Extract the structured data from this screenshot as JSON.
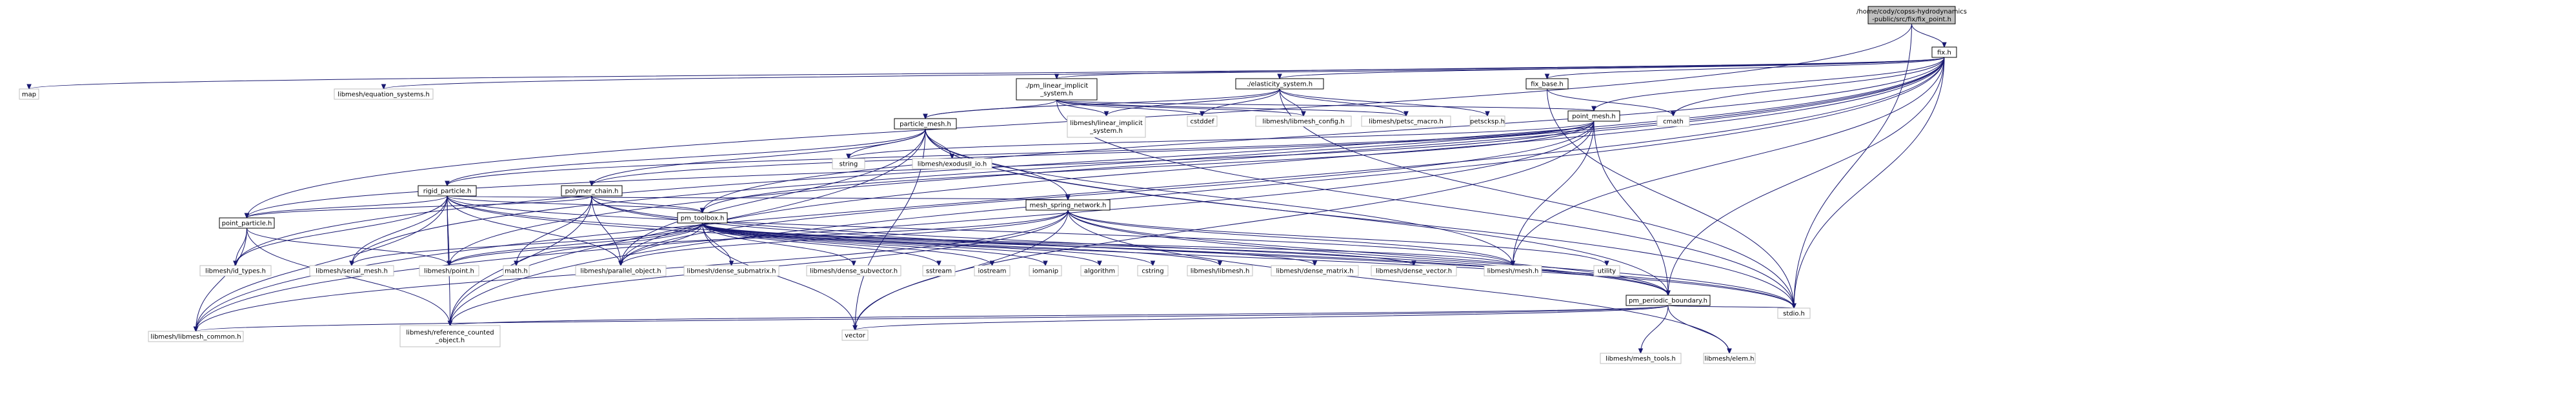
{
  "colors": {
    "edge": "#191970",
    "node_border": "#000000",
    "node_fill": "#ffffff",
    "root_fill": "#bfbfbf",
    "ext_border": "#bfbfbf"
  },
  "nodes": [
    {
      "id": "root",
      "lines": [
        "/home/cody/copss-hydrodynamics",
        "-public/src/fix/fix_point.h"
      ],
      "style": "root"
    },
    {
      "id": "fix",
      "lines": [
        "fix.h"
      ],
      "style": "doc"
    },
    {
      "id": "map",
      "lines": [
        "map"
      ],
      "style": "ext"
    },
    {
      "id": "equation_systems",
      "lines": [
        "libmesh/equation_systems.h"
      ],
      "style": "ext"
    },
    {
      "id": "pm_linear_implicit_system",
      "lines": [
        "./pm_linear_implicit",
        "_system.h"
      ],
      "style": "doc"
    },
    {
      "id": "elasticity_system",
      "lines": [
        "./elasticity_system.h"
      ],
      "style": "doc"
    },
    {
      "id": "fix_base",
      "lines": [
        "fix_base.h"
      ],
      "style": "doc"
    },
    {
      "id": "cmath",
      "lines": [
        "cmath"
      ],
      "style": "ext"
    },
    {
      "id": "point_mesh",
      "lines": [
        "point_mesh.h"
      ],
      "style": "doc"
    },
    {
      "id": "linear_implicit_system",
      "lines": [
        "libmesh/linear_implicit",
        "_system.h"
      ],
      "style": "ext"
    },
    {
      "id": "cstddef",
      "lines": [
        "cstddef"
      ],
      "style": "ext"
    },
    {
      "id": "libmesh_config",
      "lines": [
        "libmesh/libmesh_config.h"
      ],
      "style": "ext"
    },
    {
      "id": "petsc_macro",
      "lines": [
        "libmesh/petsc_macro.h"
      ],
      "style": "ext"
    },
    {
      "id": "petscksp",
      "lines": [
        "petscksp.h"
      ],
      "style": "ext"
    },
    {
      "id": "particle_mesh",
      "lines": [
        "particle_mesh.h"
      ],
      "style": "doc"
    },
    {
      "id": "string",
      "lines": [
        "string"
      ],
      "style": "ext"
    },
    {
      "id": "exodusII_io",
      "lines": [
        "libmesh/exodusII_io.h"
      ],
      "style": "ext"
    },
    {
      "id": "rigid_particle",
      "lines": [
        "rigid_particle.h"
      ],
      "style": "doc"
    },
    {
      "id": "polymer_chain",
      "lines": [
        "polymer_chain.h"
      ],
      "style": "doc"
    },
    {
      "id": "mesh_spring_network",
      "lines": [
        "mesh_spring_network.h"
      ],
      "style": "doc"
    },
    {
      "id": "point_particle",
      "lines": [
        "point_particle.h"
      ],
      "style": "doc"
    },
    {
      "id": "pm_toolbox",
      "lines": [
        "pm_toolbox.h"
      ],
      "style": "doc"
    },
    {
      "id": "id_types",
      "lines": [
        "libmesh/id_types.h"
      ],
      "style": "ext"
    },
    {
      "id": "serial_mesh",
      "lines": [
        "libmesh/serial_mesh.h"
      ],
      "style": "ext"
    },
    {
      "id": "point",
      "lines": [
        "libmesh/point.h"
      ],
      "style": "ext"
    },
    {
      "id": "math",
      "lines": [
        "math.h"
      ],
      "style": "ext"
    },
    {
      "id": "parallel_object",
      "lines": [
        "libmesh/parallel_object.h"
      ],
      "style": "ext"
    },
    {
      "id": "dense_submatrix",
      "lines": [
        "libmesh/dense_submatrix.h"
      ],
      "style": "ext"
    },
    {
      "id": "dense_subvector",
      "lines": [
        "libmesh/dense_subvector.h"
      ],
      "style": "ext"
    },
    {
      "id": "sstream",
      "lines": [
        "sstream"
      ],
      "style": "ext"
    },
    {
      "id": "iostream",
      "lines": [
        "iostream"
      ],
      "style": "ext"
    },
    {
      "id": "iomanip",
      "lines": [
        "iomanip"
      ],
      "style": "ext"
    },
    {
      "id": "algorithm",
      "lines": [
        "algorithm"
      ],
      "style": "ext"
    },
    {
      "id": "cstring",
      "lines": [
        "cstring"
      ],
      "style": "ext"
    },
    {
      "id": "libmesh",
      "lines": [
        "libmesh/libmesh.h"
      ],
      "style": "ext"
    },
    {
      "id": "dense_matrix",
      "lines": [
        "libmesh/dense_matrix.h"
      ],
      "style": "ext"
    },
    {
      "id": "dense_vector",
      "lines": [
        "libmesh/dense_vector.h"
      ],
      "style": "ext"
    },
    {
      "id": "mesh",
      "lines": [
        "libmesh/mesh.h"
      ],
      "style": "ext"
    },
    {
      "id": "utility",
      "lines": [
        "utility"
      ],
      "style": "ext"
    },
    {
      "id": "pm_periodic_boundary",
      "lines": [
        "pm_periodic_boundary.h"
      ],
      "style": "doc"
    },
    {
      "id": "stdio",
      "lines": [
        "stdio.h"
      ],
      "style": "ext"
    },
    {
      "id": "libmesh_common",
      "lines": [
        "libmesh/libmesh_common.h"
      ],
      "style": "ext"
    },
    {
      "id": "reference_counted_object",
      "lines": [
        "libmesh/reference_counted",
        "_object.h"
      ],
      "style": "ext"
    },
    {
      "id": "vector",
      "lines": [
        "vector"
      ],
      "style": "ext"
    },
    {
      "id": "mesh_tools",
      "lines": [
        "libmesh/mesh_tools.h"
      ],
      "style": "ext"
    },
    {
      "id": "elem",
      "lines": [
        "libmesh/elem.h"
      ],
      "style": "ext"
    }
  ],
  "edges": [
    [
      "root",
      "fix"
    ],
    [
      "root",
      "point_particle"
    ],
    [
      "root",
      "stdio"
    ],
    [
      "fix",
      "map"
    ],
    [
      "fix",
      "equation_systems"
    ],
    [
      "fix",
      "pm_linear_implicit_system"
    ],
    [
      "fix",
      "elasticity_system"
    ],
    [
      "fix",
      "fix_base"
    ],
    [
      "fix",
      "cmath"
    ],
    [
      "fix",
      "point_mesh"
    ],
    [
      "fix",
      "pm_toolbox"
    ],
    [
      "fix",
      "point"
    ],
    [
      "fix",
      "id_types"
    ],
    [
      "fix",
      "parallel_object"
    ],
    [
      "fix",
      "serial_mesh"
    ],
    [
      "fix",
      "libmesh_common"
    ],
    [
      "fix",
      "reference_counted_object"
    ],
    [
      "fix",
      "pm_periodic_boundary"
    ],
    [
      "fix",
      "mesh"
    ],
    [
      "fix",
      "stdio"
    ],
    [
      "pm_linear_implicit_system",
      "point_mesh"
    ],
    [
      "pm_linear_implicit_system",
      "particle_mesh"
    ],
    [
      "pm_linear_implicit_system",
      "linear_implicit_system"
    ],
    [
      "pm_linear_implicit_system",
      "cstddef"
    ],
    [
      "pm_linear_implicit_system",
      "libmesh_config"
    ],
    [
      "pm_linear_implicit_system",
      "petsc_macro"
    ],
    [
      "pm_linear_implicit_system",
      "stdio"
    ],
    [
      "elasticity_system",
      "particle_mesh"
    ],
    [
      "elasticity_system",
      "linear_implicit_system"
    ],
    [
      "elasticity_system",
      "cstddef"
    ],
    [
      "elasticity_system",
      "libmesh_config"
    ],
    [
      "elasticity_system",
      "petsc_macro"
    ],
    [
      "elasticity_system",
      "petscksp"
    ],
    [
      "elasticity_system",
      "stdio"
    ],
    [
      "fix_base",
      "cmath"
    ],
    [
      "fix_base",
      "stdio"
    ],
    [
      "point_mesh",
      "string"
    ],
    [
      "point_mesh",
      "rigid_particle"
    ],
    [
      "point_mesh",
      "polymer_chain"
    ],
    [
      "point_mesh",
      "point_particle"
    ],
    [
      "point_mesh",
      "pm_toolbox"
    ],
    [
      "point_mesh",
      "parallel_object"
    ],
    [
      "point_mesh",
      "libmesh_common"
    ],
    [
      "point_mesh",
      "pm_periodic_boundary"
    ],
    [
      "point_mesh",
      "vector"
    ],
    [
      "point_mesh",
      "mesh"
    ],
    [
      "particle_mesh",
      "string"
    ],
    [
      "particle_mesh",
      "exodusII_io"
    ],
    [
      "particle_mesh",
      "rigid_particle"
    ],
    [
      "particle_mesh",
      "polymer_chain"
    ],
    [
      "particle_mesh",
      "mesh_spring_network"
    ],
    [
      "particle_mesh",
      "pm_periodic_boundary"
    ],
    [
      "particle_mesh",
      "parallel_object"
    ],
    [
      "particle_mesh",
      "reference_counted_object"
    ],
    [
      "particle_mesh",
      "vector"
    ],
    [
      "particle_mesh",
      "mesh"
    ],
    [
      "particle_mesh",
      "stdio"
    ],
    [
      "rigid_particle",
      "point_particle"
    ],
    [
      "rigid_particle",
      "pm_toolbox"
    ],
    [
      "rigid_particle",
      "point"
    ],
    [
      "rigid_particle",
      "serial_mesh"
    ],
    [
      "rigid_particle",
      "parallel_object"
    ],
    [
      "rigid_particle",
      "reference_counted_object"
    ],
    [
      "rigid_particle",
      "libmesh_common"
    ],
    [
      "rigid_particle",
      "id_types"
    ],
    [
      "rigid_particle",
      "mesh_spring_network"
    ],
    [
      "rigid_particle",
      "pm_periodic_boundary"
    ],
    [
      "rigid_particle",
      "mesh"
    ],
    [
      "rigid_particle",
      "stdio"
    ],
    [
      "polymer_chain",
      "point_particle"
    ],
    [
      "polymer_chain",
      "pm_toolbox"
    ],
    [
      "polymer_chain",
      "math"
    ],
    [
      "polymer_chain",
      "parallel_object"
    ],
    [
      "polymer_chain",
      "reference_counted_object"
    ],
    [
      "polymer_chain",
      "pm_periodic_boundary"
    ],
    [
      "polymer_chain",
      "stdio"
    ],
    [
      "point_particle",
      "id_types"
    ],
    [
      "point_particle",
      "point"
    ],
    [
      "point_particle",
      "libmesh_common"
    ],
    [
      "point_particle",
      "reference_counted_object"
    ],
    [
      "pm_toolbox",
      "point"
    ],
    [
      "pm_toolbox",
      "math"
    ],
    [
      "pm_toolbox",
      "parallel_object"
    ],
    [
      "pm_toolbox",
      "serial_mesh"
    ],
    [
      "pm_toolbox",
      "dense_submatrix"
    ],
    [
      "pm_toolbox",
      "dense_subvector"
    ],
    [
      "pm_toolbox",
      "sstream"
    ],
    [
      "pm_toolbox",
      "iostream"
    ],
    [
      "pm_toolbox",
      "iomanip"
    ],
    [
      "pm_toolbox",
      "algorithm"
    ],
    [
      "pm_toolbox",
      "cstring"
    ],
    [
      "pm_toolbox",
      "libmesh"
    ],
    [
      "pm_toolbox",
      "dense_matrix"
    ],
    [
      "pm_toolbox",
      "dense_vector"
    ],
    [
      "pm_toolbox",
      "mesh"
    ],
    [
      "pm_toolbox",
      "vector"
    ],
    [
      "mesh_spring_network",
      "point"
    ],
    [
      "mesh_spring_network",
      "parallel_object"
    ],
    [
      "mesh_spring_network",
      "mesh"
    ],
    [
      "mesh_spring_network",
      "utility"
    ],
    [
      "mesh_spring_network",
      "pm_periodic_boundary"
    ],
    [
      "mesh_spring_network",
      "libmesh_common"
    ],
    [
      "mesh_spring_network",
      "reference_counted_object"
    ],
    [
      "mesh_spring_network",
      "vector"
    ],
    [
      "mesh_spring_network",
      "elem"
    ],
    [
      "mesh_spring_network",
      "stdio"
    ],
    [
      "pm_periodic_boundary",
      "libmesh_common"
    ],
    [
      "pm_periodic_boundary",
      "reference_counted_object"
    ],
    [
      "pm_periodic_boundary",
      "vector"
    ],
    [
      "pm_periodic_boundary",
      "mesh_tools"
    ],
    [
      "pm_periodic_boundary",
      "elem"
    ],
    [
      "pm_periodic_boundary",
      "stdio"
    ]
  ]
}
